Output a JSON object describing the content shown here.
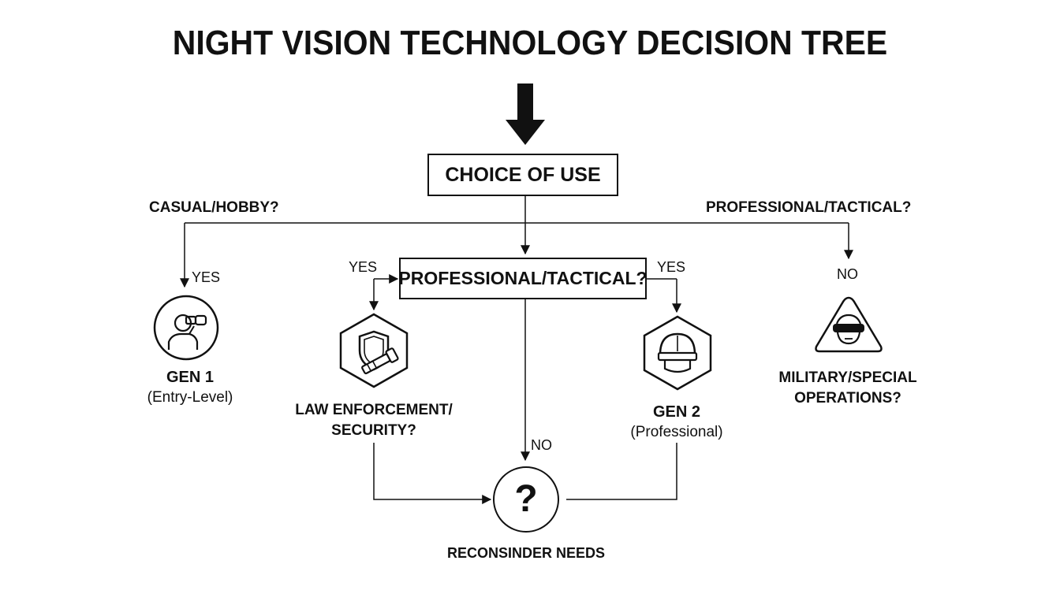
{
  "title": "NIGHT VISION TECHNOLOGY DECISION TREE",
  "root": {
    "label": "CHOICE OF USE"
  },
  "branches": {
    "casual_label": "CASUAL/HOBBY?",
    "professional_label": "PROFESSIONAL/TACTICAL?"
  },
  "middle": {
    "label": "PROFESSIONAL/TACTICAL?"
  },
  "edges": {
    "yes_casual": "YES",
    "yes_law": "YES",
    "yes_gen2": "YES",
    "no_military": "NO",
    "no_center": "NO"
  },
  "nodes": {
    "gen1": {
      "name": "GEN 1",
      "detail": "(Entry-Level)",
      "icon": "binoculars-person-icon"
    },
    "law": {
      "line1": "LAW ENFORCEMENT/",
      "line2": "SECURITY?",
      "icon": "shield-flashlight-icon"
    },
    "gen2": {
      "name": "GEN 2",
      "detail": "(Professional)",
      "icon": "helmet-goggles-icon"
    },
    "military": {
      "line1": "MILITARY/SPECIAL",
      "line2": "OPERATIONS?",
      "icon": "warning-goggles-icon"
    },
    "reconsider": {
      "glyph": "?",
      "label": "RECONSINDER NEEDS",
      "icon": "question-mark-icon"
    }
  },
  "colors": {
    "ink": "#111111",
    "background": "#ffffff"
  }
}
